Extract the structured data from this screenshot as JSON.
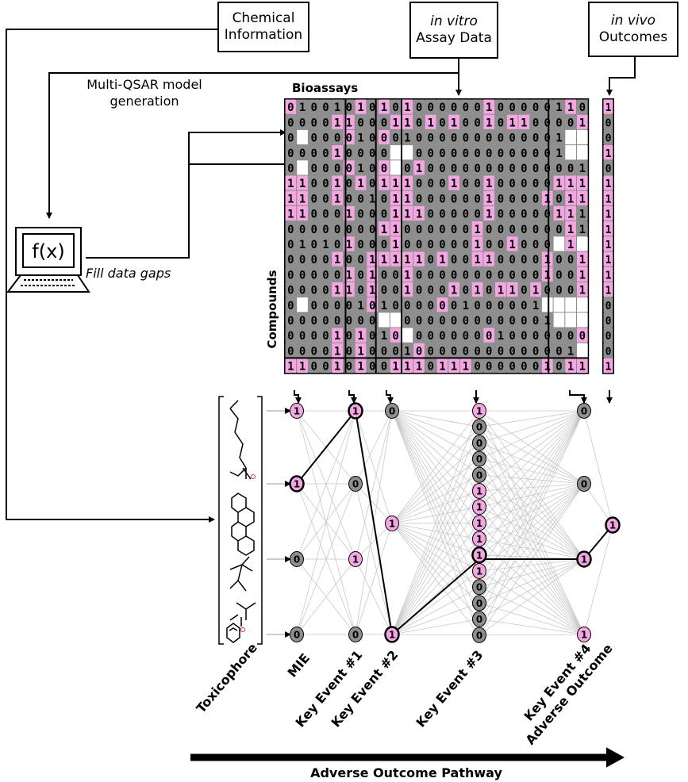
{
  "boxes": {
    "chemical": {
      "line1": "Chemical",
      "line2": "Information"
    },
    "invitro": {
      "line1": "in vitro",
      "line2": "Assay Data"
    },
    "invivo": {
      "line1": "in vivo",
      "line2": "Outcomes"
    }
  },
  "labels": {
    "qsar_line1": "Multi-QSAR model",
    "qsar_line2": "generation",
    "bioassays": "Bioassays",
    "compounds": "Compounds",
    "computer": "f(x)",
    "fill_gaps": "Fill data gaps",
    "pathway": "Adverse Outcome Pathway"
  },
  "layer_labels": [
    "Toxicophore",
    "MIE",
    "Key Event #1",
    "Key Event #2",
    "Key Event #3",
    "Key Event #4",
    "Adverse Outcome"
  ],
  "colors": {
    "pink": "#f4a6e3",
    "grey": "#8e8e8e",
    "black": "#000000",
    "white": "#ffffff"
  },
  "matrix": {
    "rows": [
      "01001010101000000100000110",
      "00001100011010100101100001",
      "0.0000100010000000000001",
      "000010000..0000000000001",
      "0.0000100.0100000000000001",
      "11001010111000100100000111",
      "11001001011000000100001011",
      "11000100011100000100000111",
      "00000000110000001000000011",
      "01010100010000001001000.1",
      "00001001111101001100001001",
      "00000101001000000000001001",
      "00001101001000101011010001",
      "0.00001010000001000001",
      "00000000..0000000000001",
      "0000101010.0000000100000001",
      "0000101000100000000000001",
      "11001010011101110000001011"
    ],
    "pink_rows": [
      "10000010101000000100000010",
      "00001100011010100101100001",
      "00000100100000000000000000",
      "00001000000000000000000001",
      "00000100100100000000000000",
      "11001010111000100100000111",
      "11001000011000000100001011",
      "11000100011100000100000110",
      "00000000110000001000000010",
      "00000100010000001001000010",
      "00001001111101001100001001",
      "00000101001000000000001001",
      "00001101001000101011010001",
      "00000001000001000000000000",
      "00000000000000000000000001",
      "00001010010000000100000001",
      "00001010000100000000000001",
      "11001010011101110000001011"
    ],
    "outcomes": [
      "1",
      "0",
      "0",
      "1",
      "0",
      "1",
      "1",
      "1",
      "1",
      "1",
      "1",
      "1",
      "1",
      "0",
      "0",
      "0",
      "0",
      "1"
    ]
  },
  "network": {
    "mie": [
      "1",
      "1",
      "0",
      "0"
    ],
    "ke1": [
      "1",
      "0",
      "1",
      "0"
    ],
    "ke2": [
      "0",
      "1",
      "1"
    ],
    "ke3": [
      "1",
      "0",
      "0",
      "0",
      "0",
      "1",
      "1",
      "1",
      "1",
      "1",
      "1",
      "0",
      "0",
      "0",
      "0"
    ],
    "ke4": [
      "0",
      "0",
      "1",
      "1"
    ],
    "ao": [
      "1"
    ]
  }
}
